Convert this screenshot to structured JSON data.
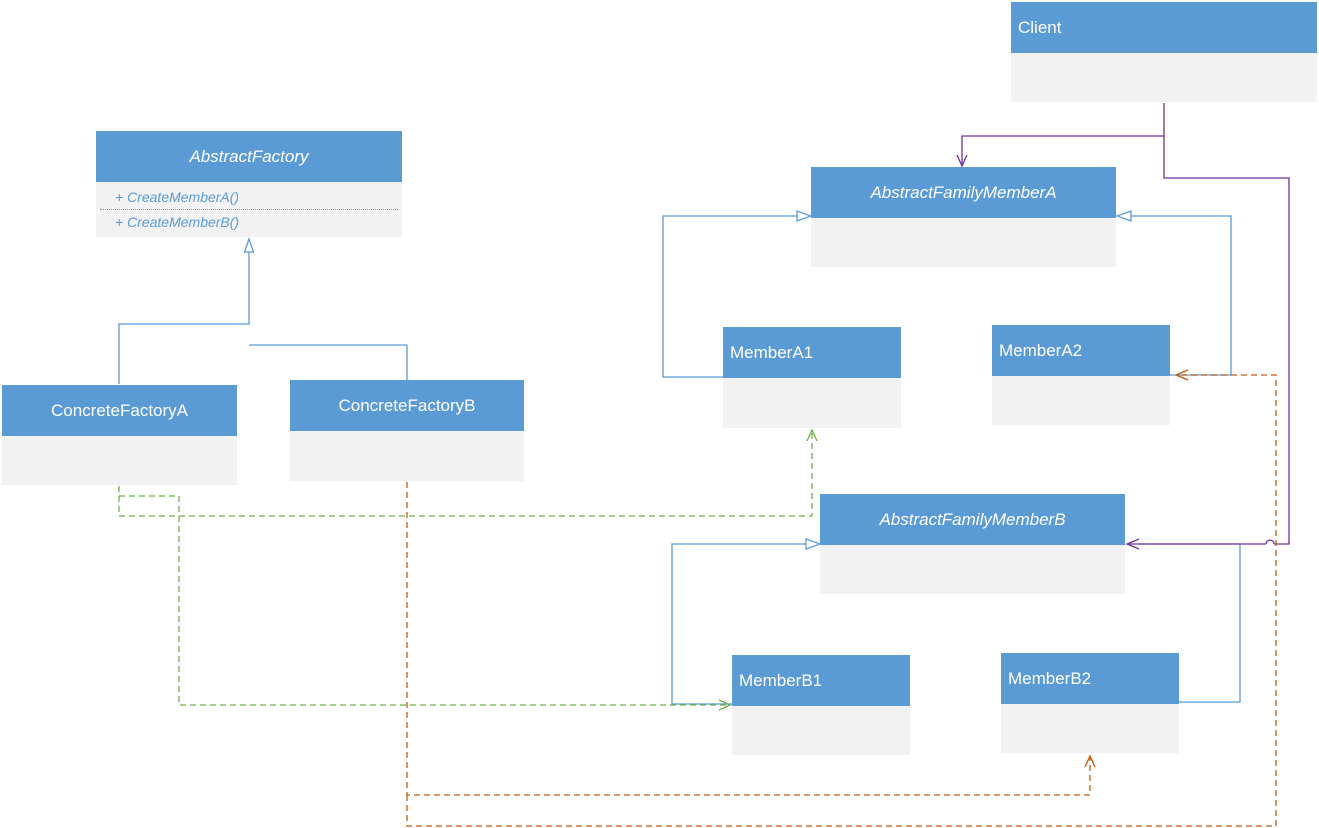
{
  "classes": {
    "client": {
      "name": "Client"
    },
    "abstract_factory": {
      "name": "AbstractFactory",
      "operations": [
        "+ CreateMemberA()",
        "+ CreateMemberB()"
      ]
    },
    "concrete_factory_a": {
      "name": "ConcreteFactoryA"
    },
    "concrete_factory_b": {
      "name": "ConcreteFactoryB"
    },
    "abstract_family_member_a": {
      "name": "AbstractFamilyMemberA"
    },
    "member_a1": {
      "name": "MemberA1"
    },
    "member_a2": {
      "name": "MemberA2"
    },
    "abstract_family_member_b": {
      "name": "AbstractFamilyMemberB"
    },
    "member_b1": {
      "name": "MemberB1"
    },
    "member_b2": {
      "name": "MemberB2"
    }
  },
  "colors": {
    "header": "#5b9bd5",
    "body": "#f2f2f2",
    "inheritance": "#5b9bd5",
    "association": "#7030a0",
    "factory_a_dependency": "#70ad47",
    "factory_b_dependency": "#c55a11"
  }
}
